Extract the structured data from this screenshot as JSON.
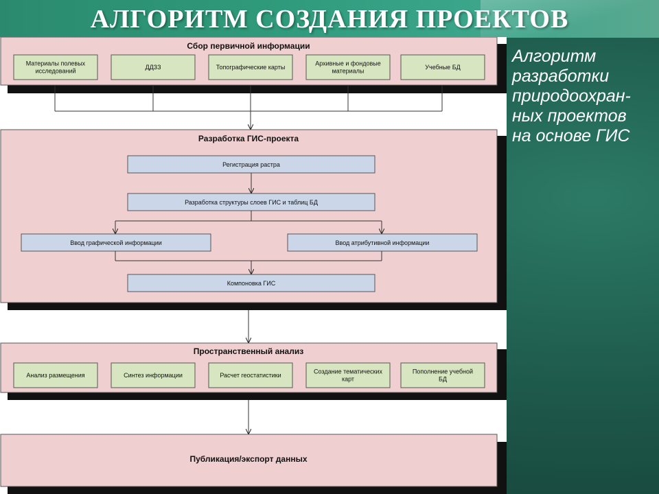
{
  "title": "АЛГОРИТМ СОЗДАНИЯ ПРОЕКТОВ",
  "side_caption": [
    "Алгоритм",
    "разработки",
    "природоохран-",
    "ных проектов",
    "на основе ГИС"
  ],
  "diagram": {
    "stage1": {
      "title": "Сбор первичной информации",
      "items": [
        [
          "Материалы полевых",
          "исследований"
        ],
        [
          "ДДЗЗ"
        ],
        [
          "Топографические карты"
        ],
        [
          "Архивные и фондовые",
          "материалы"
        ],
        [
          "Учебные БД"
        ]
      ]
    },
    "stage2": {
      "title": "Разработка ГИС-проекта",
      "raster": "Регистрация растра",
      "structure": "Разработка структуры слоев ГИС и таблиц БД",
      "graphic_input": "Ввод графической информации",
      "attribute_input": "Ввод атрибутивной информации",
      "layout": "Компоновка ГИС"
    },
    "stage3": {
      "title": "Пространственный анализ",
      "items": [
        [
          "Анализ размещения"
        ],
        [
          "Синтез информации"
        ],
        [
          "Расчет геостатистики"
        ],
        [
          "Создание тематических",
          "карт"
        ],
        [
          "Пополнение учебной",
          "БД"
        ]
      ]
    },
    "stage4": {
      "title": "Публикация/экспорт данных"
    }
  },
  "colors": {
    "stage_fill": "#efcfcf",
    "item_fill_green": "#d7e6c0",
    "item_fill_blue": "#cbd7e8"
  }
}
